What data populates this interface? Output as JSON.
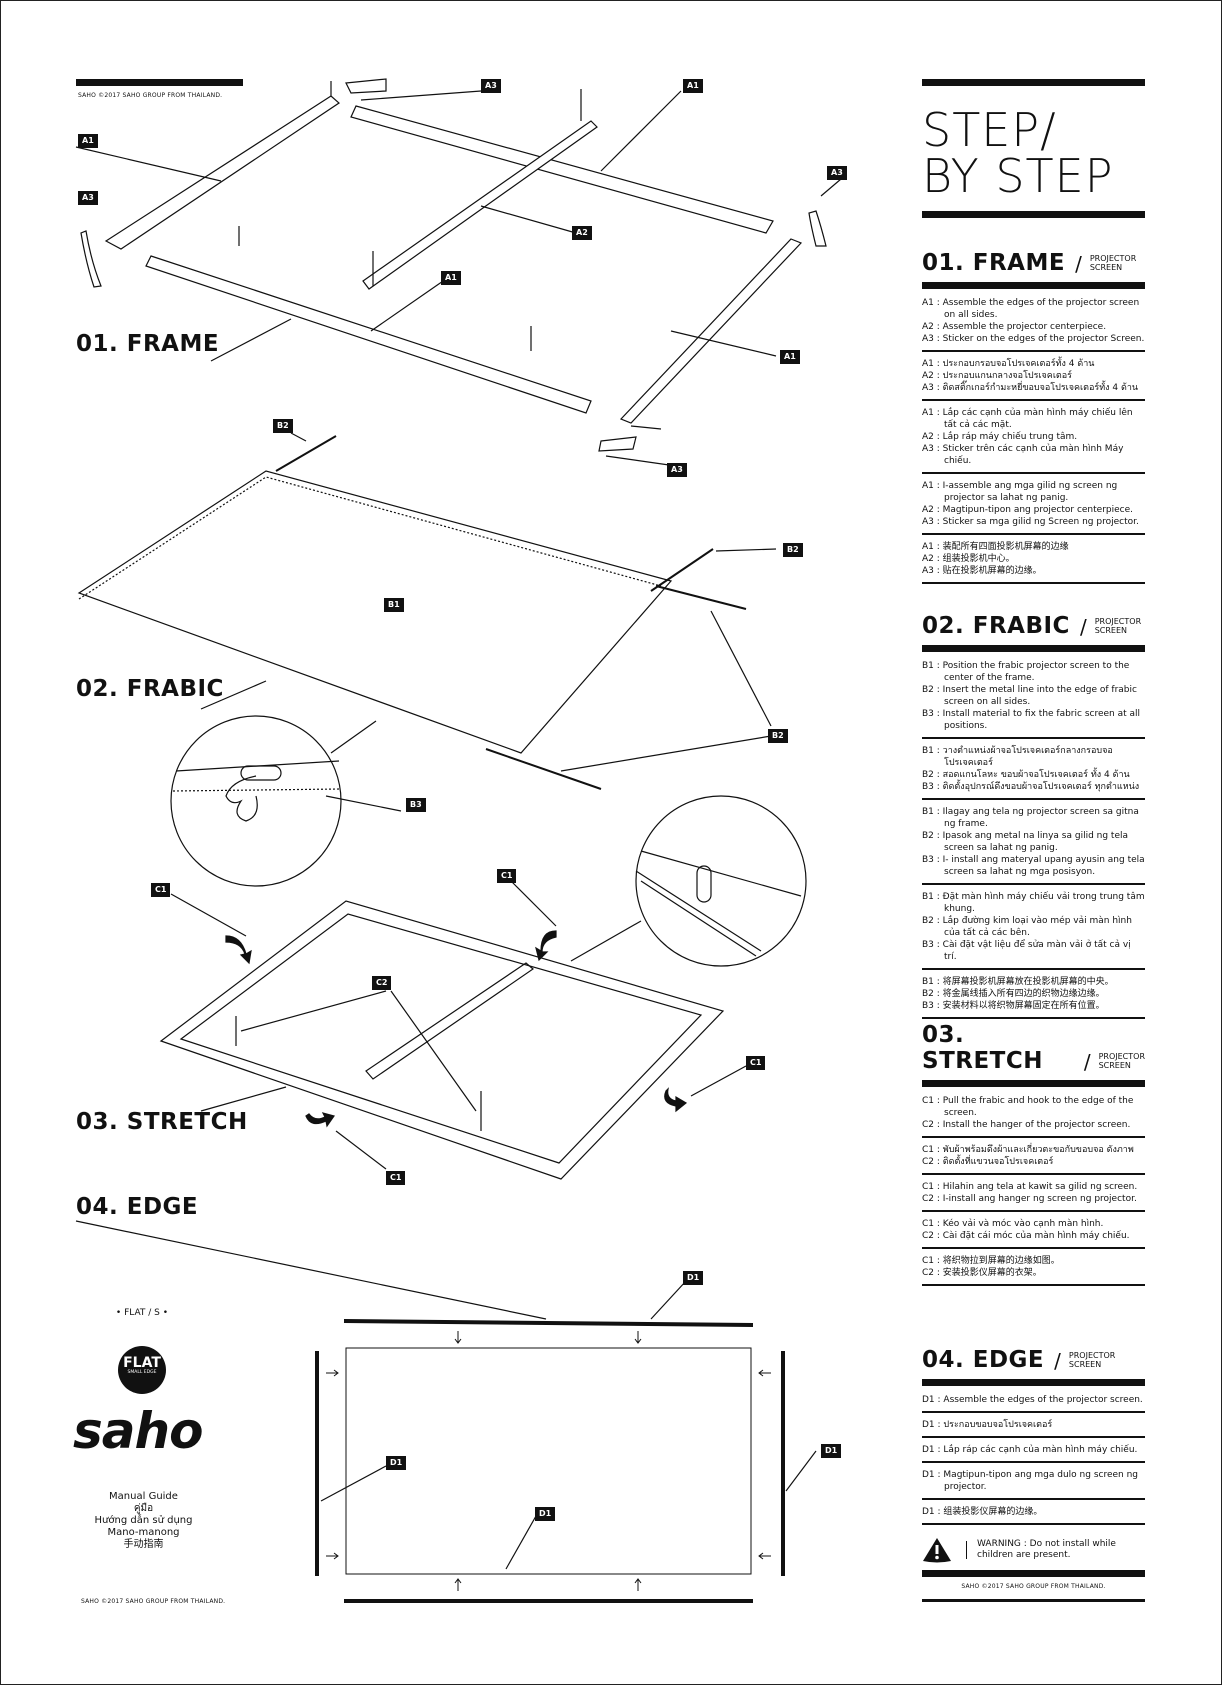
{
  "copyright": "SAHO ©2017 SAHO GROUP FROM THAILAND.",
  "left": {
    "headings": [
      "01. FRAME",
      "02. FRABIC",
      "03. STRETCH",
      "04. EDGE"
    ],
    "callouts": {
      "A1": "A1",
      "A2": "A2",
      "A3": "A3",
      "B1": "B1",
      "B2": "B2",
      "B3": "B3",
      "C1": "C1",
      "C2": "C2",
      "D1": "D1"
    },
    "model": "• FLAT / S •",
    "badge_title": "FLAT",
    "badge_sub": "SMALL EDGE",
    "logo": "saho",
    "guide": [
      "Manual Guide",
      "คู่มือ",
      "Hướng dẫn sử dụng",
      "Mano-manong",
      "手动指南"
    ]
  },
  "right": {
    "title1": "STEP/",
    "title2": "BY STEP",
    "sub1": "PROJECTOR",
    "sub2": "SCREEN",
    "sections": [
      {
        "title": "01. FRAME",
        "groups": [
          [
            "A1 : Assemble the edges of the projector screen on all sides.",
            "A2 : Assemble the projector centerpiece.",
            "A3 : Sticker on the edges of the projector Screen."
          ],
          [
            "A1 : ประกอบกรอบจอโปรเจคเตอร์ทั้ง 4 ด้าน",
            "A2 : ประกอบแกนกลางจอโปรเจคเตอร์",
            "A3 : ติดสติ๊กเกอร์กำมะหยี่ขอบจอโปรเจคเตอร์ทั้ง 4 ด้าน"
          ],
          [
            "A1 : Lắp các cạnh của màn hình máy chiếu lên tất cả các mặt.",
            "A2 : Lắp ráp máy chiếu trung tâm.",
            "A3 : Sticker trên các cạnh của màn hình Máy chiếu."
          ],
          [
            "A1 : I-assemble ang mga gilid ng screen ng projector sa lahat ng panig.",
            "A2 : Magtipun-tipon ang projector centerpiece.",
            "A3 : Sticker sa mga gilid ng Screen ng projector."
          ],
          [
            "A1 : 装配所有四面投影机屏幕的边缘",
            "A2 : 组装投影机中心。",
            "A3 : 贴在投影机屏幕的边缘。"
          ]
        ]
      },
      {
        "title": "02. FRABIC",
        "groups": [
          [
            "B1 : Position the frabic projector screen to the center of the frame.",
            "B2 : Insert the metal line into the edge of frabic screen on all sides.",
            "B3 : Install material to fix the fabric screen at all positions."
          ],
          [
            "B1 : วางตำแหน่งผ้าจอโปรเจคเตอร์กลางกรอบจอโปรเจคเตอร์",
            "B2 : สอดแกนโลหะ ขอบผ้าจอโปรเจคเตอร์ ทั้ง 4 ด้าน",
            "B3 : ติดตั้งอุปกรณ์ดึงขอบผ้าจอโปรเจคเตอร์ ทุกตำแหน่ง"
          ],
          [
            "B1 : Ilagay ang tela ng projector screen sa gitna ng frame.",
            "B2 : Ipasok ang metal na linya sa gilid ng tela screen sa lahat ng panig.",
            "B3 : I- install ang materyal upang ayusin ang tela screen sa lahat ng mga posisyon."
          ],
          [
            "B1 : Đặt màn hình máy chiếu vải trong trung tâm khung.",
            "B2 : Lắp đường kim loại vào mép vải màn hình của tất cả các bên.",
            "B3 : Cài đặt vật liệu để sửa màn vải ở tất cả vị trí."
          ],
          [
            "B1 : 将屏幕投影机屏幕放在投影机屏幕的中央。",
            "B2 : 将金属线插入所有四边的织物边缘边缘。",
            "B3 : 安装材料以将织物屏幕固定在所有位置。"
          ]
        ]
      },
      {
        "title": "03. STRETCH",
        "groups": [
          [
            "C1 : Pull the frabic and hook to the edge of the screen.",
            "C2 : Install the hanger of the projector screen."
          ],
          [
            "C1 : พับผ้าพร้อมดึงผ้าและเกี่ยวตะขอกับขอบจอ ดังภาพ",
            "C2 : ติดตั้งที่แขวนจอโปรเจคเตอร์"
          ],
          [
            "C1 : Hilahin ang tela at kawit sa gilid ng screen.",
            "C2 : I-install ang hanger ng screen ng projector."
          ],
          [
            "C1 : Kéo vải và móc vào cạnh màn hình.",
            "C2 : Cài đặt cái móc của màn hình máy chiếu."
          ],
          [
            "C1 : 将织物拉到屏幕的边缘如图。",
            "C2 : 安装投影仪屏幕的衣架。"
          ]
        ]
      },
      {
        "title": "04. EDGE",
        "groups": [
          [
            "D1 : Assemble the edges of the projector screen."
          ],
          [
            "D1 : ประกอบขอบจอโปรเจคเตอร์"
          ],
          [
            "D1 : Lắp ráp các cạnh của màn hình máy chiếu."
          ],
          [
            "D1 : Magtipun-tipon ang mga dulo ng screen ng projector."
          ],
          [
            "D1 : 组装投影仪屏幕的边缘。"
          ]
        ]
      }
    ],
    "warning": "WARNING : Do not install while children are present."
  }
}
